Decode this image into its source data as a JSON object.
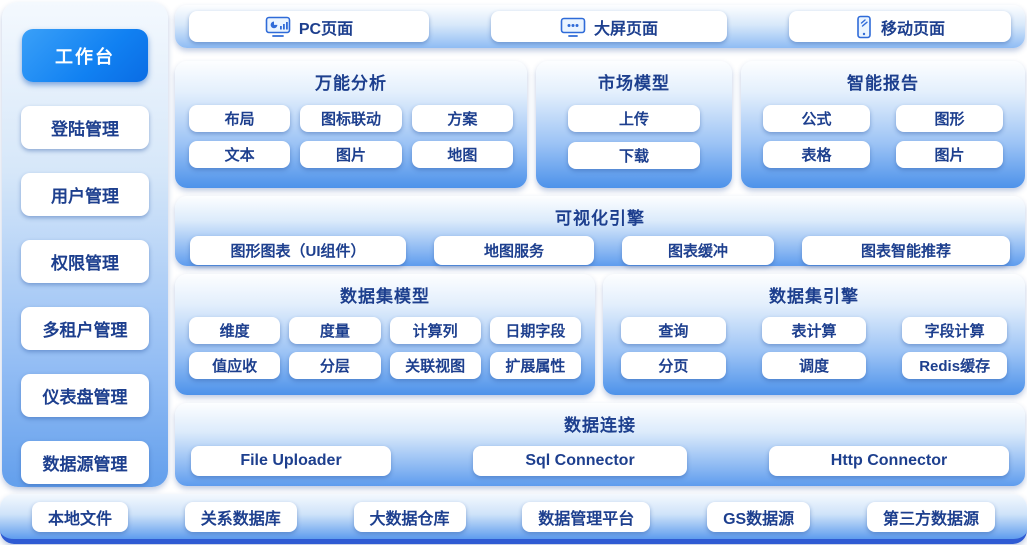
{
  "colors": {
    "accent_blue": "#1181f2",
    "navy_text": "#1d3f8e",
    "panel_bottom_blue": "#4d92ea",
    "bottom_strip_blue": "#2f5bd3",
    "button_bg": "#ffffff"
  },
  "sidebar": {
    "active_item": "工作台",
    "items": [
      "登陆管理",
      "用户管理",
      "权限管理",
      "多租户管理",
      "仪表盘管理",
      "数据源管理"
    ]
  },
  "device_bar": {
    "items": [
      {
        "label": "PC页面",
        "icon": "pc-monitor-chart-icon"
      },
      {
        "label": "大屏页面",
        "icon": "big-screen-monitor-icon"
      },
      {
        "label": "移动页面",
        "icon": "mobile-phone-icon"
      }
    ]
  },
  "panels": {
    "universal_analysis": {
      "title": "万能分析",
      "buttons": [
        "布局",
        "图标联动",
        "方案",
        "文本",
        "图片",
        "地图"
      ]
    },
    "market_model": {
      "title": "市场模型",
      "buttons": [
        "上传",
        "下载"
      ]
    },
    "smart_report": {
      "title": "智能报告",
      "buttons": [
        "公式",
        "图形",
        "表格",
        "图片"
      ]
    },
    "visualization_engine": {
      "title": "可视化引擎",
      "buttons": [
        "图形图表（UI组件）",
        "地图服务",
        "图表缓冲",
        "图表智能推荐"
      ]
    },
    "dataset_model": {
      "title": "数据集模型",
      "buttons": [
        "维度",
        "度量",
        "计算列",
        "日期字段",
        "值应收",
        "分层",
        "关联视图",
        "扩展属性"
      ]
    },
    "dataset_engine": {
      "title": "数据集引擎",
      "buttons": [
        "查询",
        "表计算",
        "字段计算",
        "分页",
        "调度",
        "Redis缓存"
      ]
    },
    "data_connection": {
      "title": "数据连接",
      "buttons": [
        "File Uploader",
        "Sql Connector",
        "Http Connector"
      ]
    }
  },
  "bottom_bar": {
    "items": [
      "本地文件",
      "关系数据库",
      "大数据仓库",
      "数据管理平台",
      "GS数据源",
      "第三方数据源"
    ]
  }
}
